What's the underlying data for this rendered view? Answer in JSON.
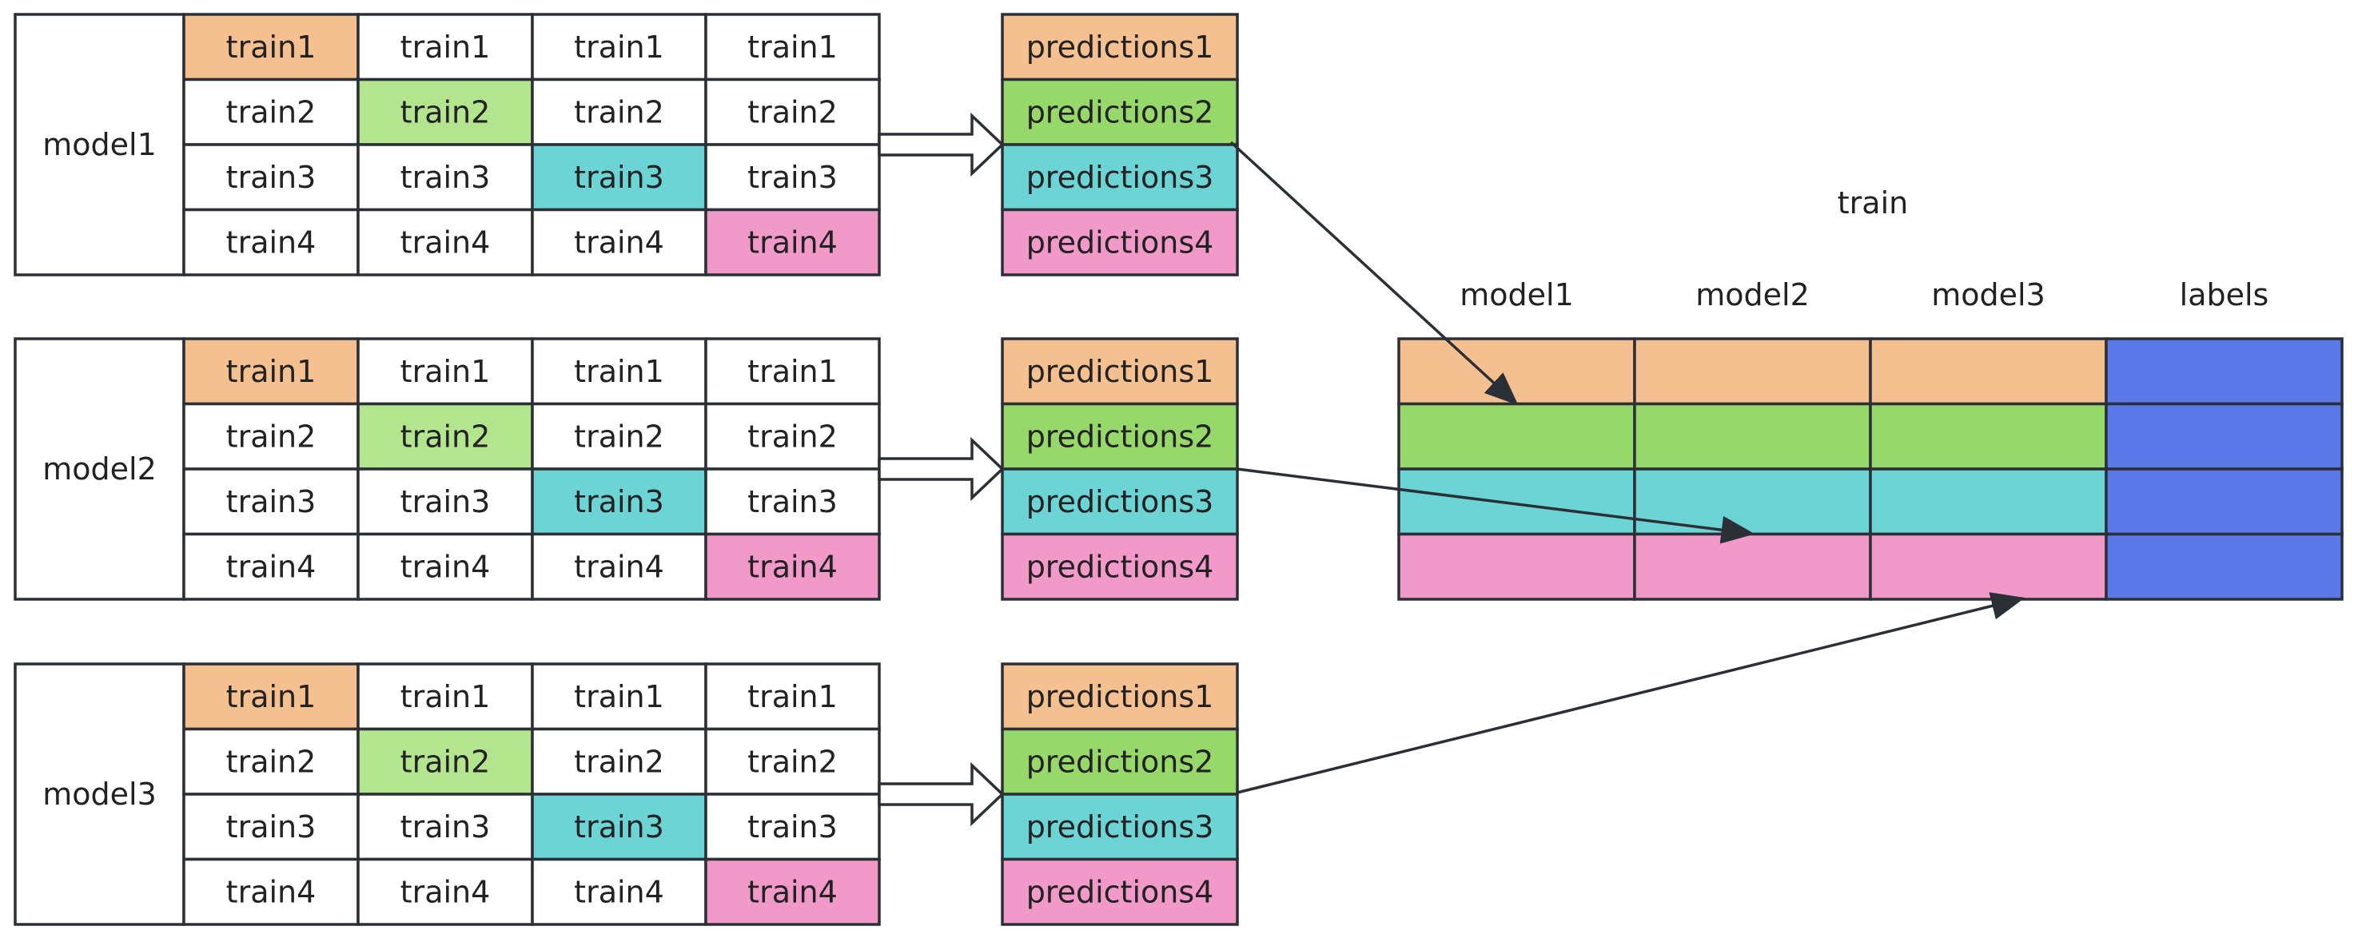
{
  "colors": {
    "peach": "#F5C08F",
    "light_green": "#B3E58E",
    "green": "#97D86A",
    "teal": "#6DD4D5",
    "pink": "#F199C8",
    "blue": "#5B79E8",
    "white": "#FFFFFF",
    "stroke": "#2B2F36"
  },
  "models": [
    {
      "label": "model1",
      "rows": [
        [
          "train1",
          "train1",
          "train1",
          "train1"
        ],
        [
          "train2",
          "train2",
          "train2",
          "train2"
        ],
        [
          "train3",
          "train3",
          "train3",
          "train3"
        ],
        [
          "train4",
          "train4",
          "train4",
          "train4"
        ]
      ],
      "predictions": [
        "predictions1",
        "predictions2",
        "predictions3",
        "predictions4"
      ]
    },
    {
      "label": "model2",
      "rows": [
        [
          "train1",
          "train1",
          "train1",
          "train1"
        ],
        [
          "train2",
          "train2",
          "train2",
          "train2"
        ],
        [
          "train3",
          "train3",
          "train3",
          "train3"
        ],
        [
          "train4",
          "train4",
          "train4",
          "train4"
        ]
      ],
      "predictions": [
        "predictions1",
        "predictions2",
        "predictions3",
        "predictions4"
      ]
    },
    {
      "label": "model3",
      "rows": [
        [
          "train1",
          "train1",
          "train1",
          "train1"
        ],
        [
          "train2",
          "train2",
          "train2",
          "train2"
        ],
        [
          "train3",
          "train3",
          "train3",
          "train3"
        ],
        [
          "train4",
          "train4",
          "train4",
          "train4"
        ]
      ],
      "predictions": [
        "predictions1",
        "predictions2",
        "predictions3",
        "predictions4"
      ]
    }
  ],
  "row_colors": [
    "peach",
    "light_green",
    "teal",
    "pink"
  ],
  "prediction_colors": [
    "peach",
    "green",
    "teal",
    "pink"
  ],
  "train_table": {
    "title": "train",
    "headers": [
      "model1",
      "model2",
      "model3",
      "labels"
    ],
    "row_colors": [
      "peach",
      "green",
      "teal",
      "pink"
    ],
    "label_color": "blue"
  }
}
